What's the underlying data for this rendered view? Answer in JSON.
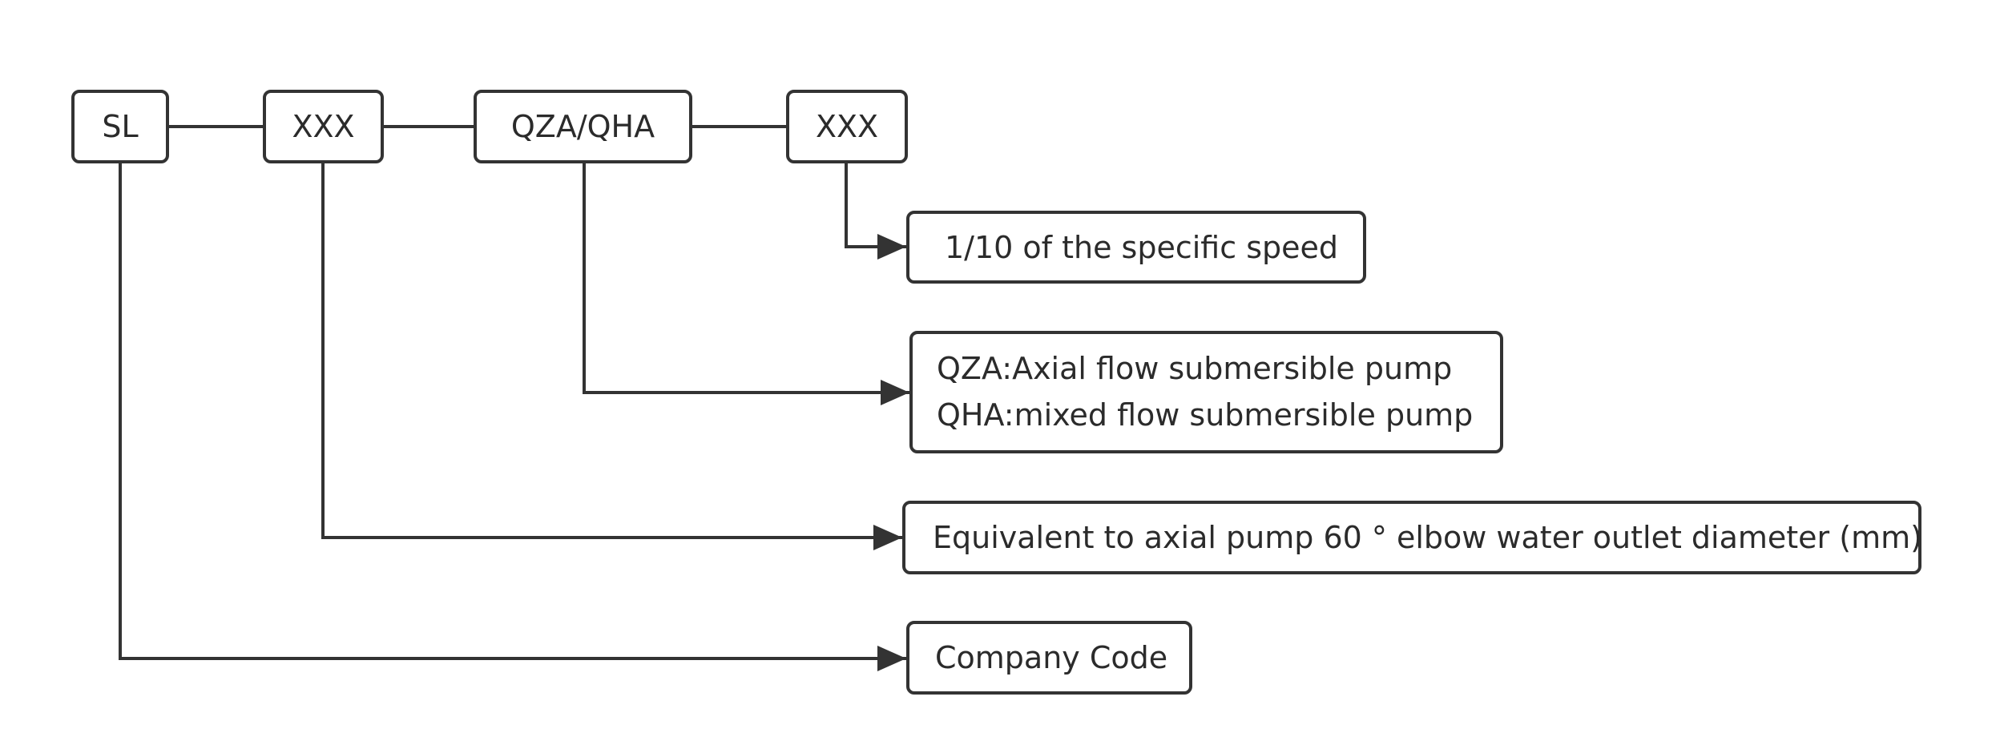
{
  "diagram": {
    "code_parts": [
      "SL",
      "XXX",
      "QZA/QHA",
      "XXX"
    ],
    "descriptions": {
      "specific_speed": "1/10 of the specific speed",
      "pump_type_line1": "QZA:Axial flow submersible pump",
      "pump_type_line2": "QHA:mixed flow submersible pump",
      "outlet_diameter": "Equivalent to axial pump 60 ° elbow water outlet diameter (mm)",
      "company_code": "Company Code"
    }
  },
  "colors": {
    "stroke": "#333333",
    "text": "#2b2b2b",
    "background": "#ffffff"
  }
}
